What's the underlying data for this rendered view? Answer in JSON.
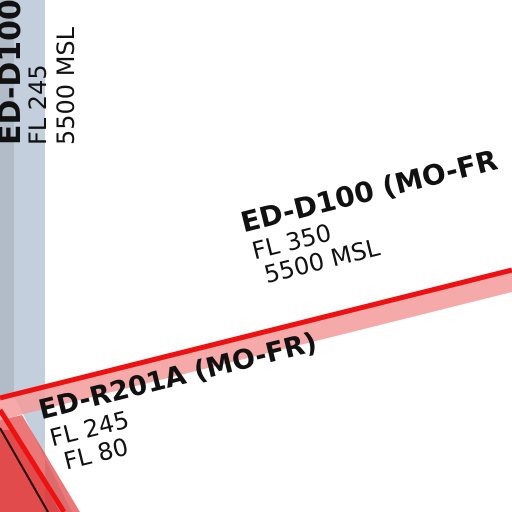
{
  "colors": {
    "background": "#ffffff",
    "danger_stripe": "#c3cfdc",
    "danger_stripe_dark": "#b2bcc8",
    "restricted_line": "#ee1111",
    "restricted_fill": "#f59a9a",
    "text": "#111111"
  },
  "areas": {
    "d100_vertical": {
      "name": "ED-D100",
      "upper": "FL 245",
      "lower": "5500 MSL"
    },
    "d100": {
      "name": "ED-D100 (MO-FR",
      "upper": "FL 350",
      "lower": "5500 MSL"
    },
    "r201a": {
      "name": "ED-R201A (MO-FR)",
      "upper": "FL 245",
      "lower": "FL 80"
    }
  }
}
